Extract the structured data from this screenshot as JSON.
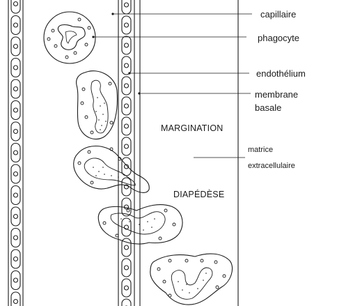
{
  "labels": {
    "capillaire": "capillaire",
    "phagocyte": "phagocyte",
    "endothelium": "endothélium",
    "membrane_line1": "membrane",
    "membrane_line2": "basale",
    "margination": "MARGINATION",
    "matrice_line1": "matrice",
    "matrice_line2": "extracellulaire",
    "diapedese": "DIAPÉDÈSE"
  },
  "colors": {
    "ink": "#1a1a1a",
    "background": "#ffffff"
  }
}
